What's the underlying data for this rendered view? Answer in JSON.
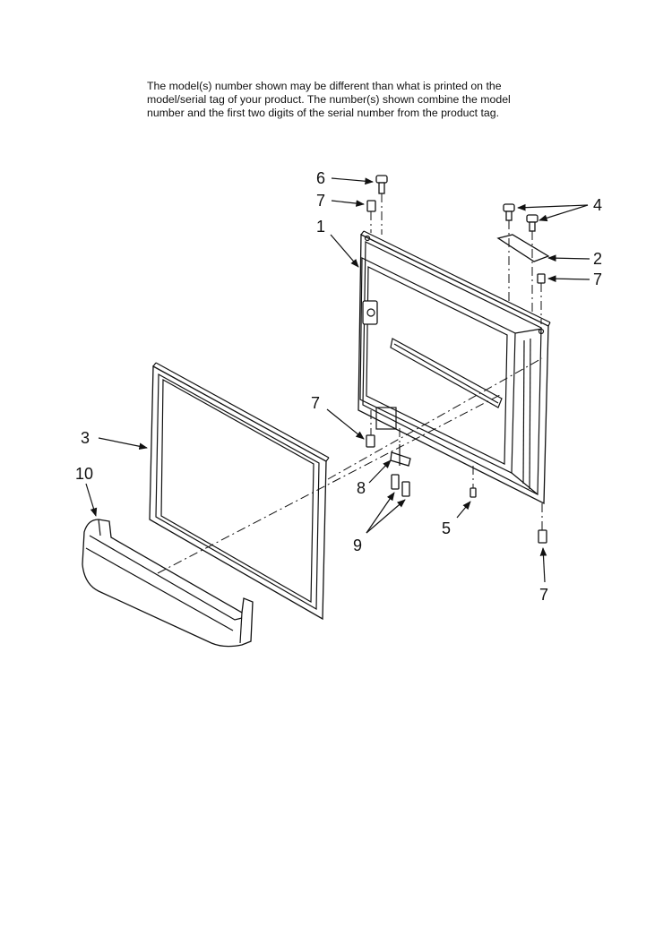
{
  "notice": {
    "line1": "The model(s) number shown may be different than what is printed on the",
    "line2": "model/serial tag of your product. The number(s) shown combine the model",
    "line3": "number and the first two digits of the serial number from the product tag."
  },
  "callouts": {
    "c1": "1",
    "c2": "2",
    "c3": "3",
    "c4": "4",
    "c5": "5",
    "c6": "6",
    "c7a": "7",
    "c7b": "7",
    "c7c": "7",
    "c7d": "7",
    "c8": "8",
    "c9": "9",
    "c10": "10"
  }
}
